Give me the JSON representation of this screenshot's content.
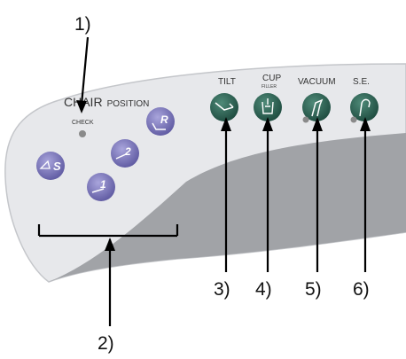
{
  "panel": {
    "title_main": "CHAIR",
    "title_sub": "POSITION",
    "check_label": "CHECK",
    "chair_buttons": {
      "s": "S",
      "one": "1",
      "two": "2",
      "r": "R"
    },
    "function_labels": {
      "tilt": "TILT",
      "cup": "CUP",
      "cup_sub": "FILLER",
      "vacuum": "VACUUM",
      "se": "S.E."
    }
  },
  "callouts": {
    "c1": "1)",
    "c2": "2)",
    "c3": "3)",
    "c4": "4)",
    "c5": "5)",
    "c6": "6)"
  },
  "colors": {
    "panel_light": "#e7e8eb",
    "panel_shadow": "#a1a3a7",
    "chair_button": "#7d78b8",
    "function_button": "#2f6858",
    "indicator": "#8a8a8a"
  }
}
